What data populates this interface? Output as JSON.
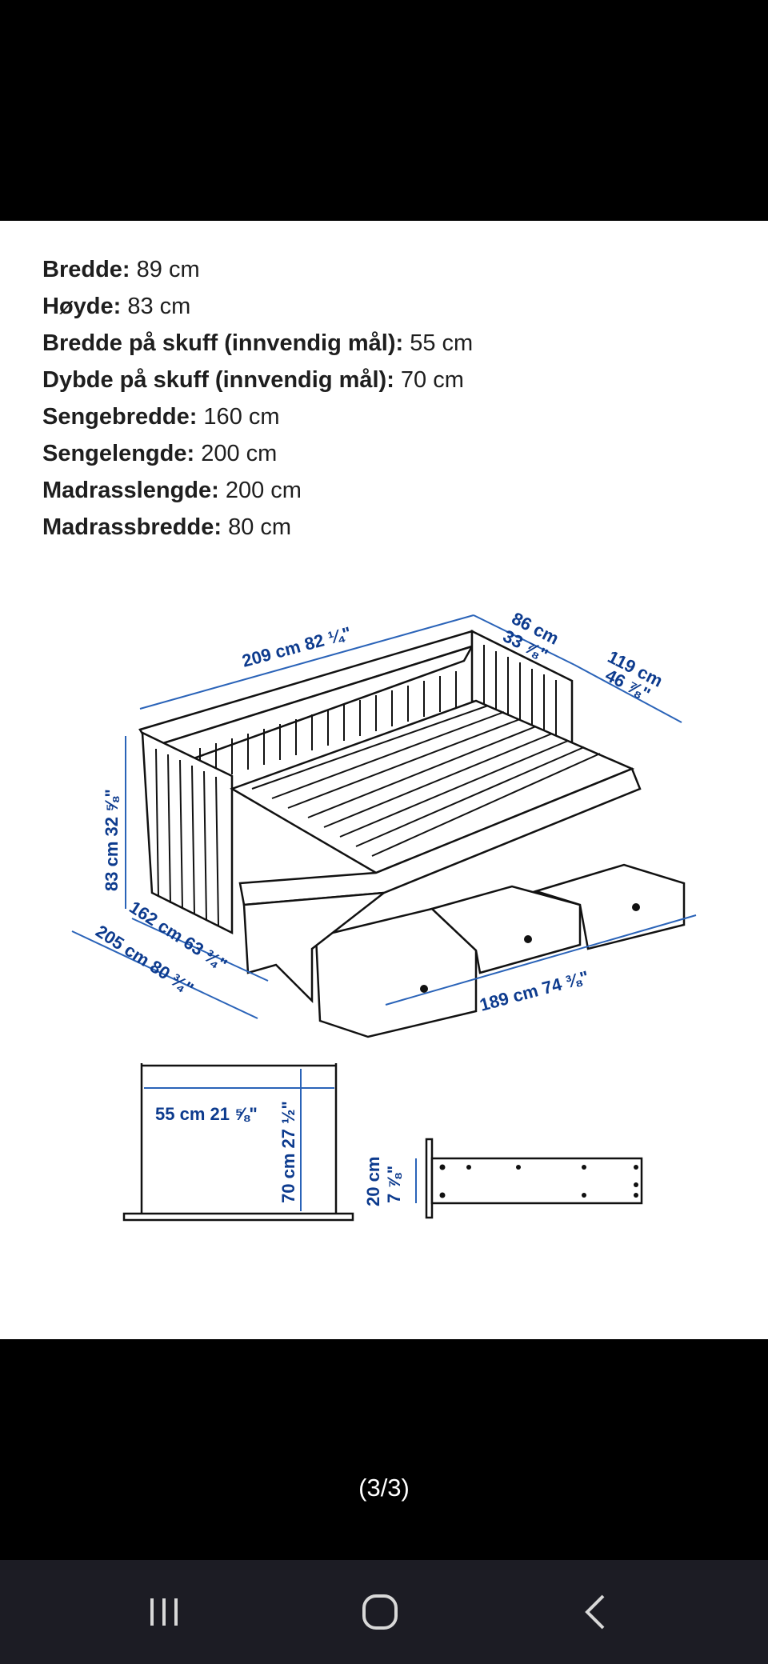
{
  "specs": [
    {
      "label": "Bredde:",
      "value": " 89 cm"
    },
    {
      "label": "Høyde:",
      "value": " 83 cm"
    },
    {
      "label": "Bredde på skuff (innvendig mål):",
      "value": " 55 cm"
    },
    {
      "label": "Dybde på skuff (innvendig mål):",
      "value": " 70 cm"
    },
    {
      "label": "Sengebredde:",
      "value": " 160 cm"
    },
    {
      "label": "Sengelengde:",
      "value": " 200 cm"
    },
    {
      "label": "Madrasslengde:",
      "value": " 200 cm"
    },
    {
      "label": "Madrassbredde:",
      "value": " 80 cm"
    }
  ],
  "diagram": {
    "dims": {
      "length": "209 cm 82 ¼\"",
      "depth_cm": "86 cm",
      "depth_in": "33 ⅞\"",
      "extended_cm": "119 cm",
      "extended_in": "46 ⅞\"",
      "height": "83 cm 32 ⅝\"",
      "width_mid": "162 cm 63 ¾\"",
      "width_full": "205 cm 80 ¾\"",
      "drawers_len": "189 cm 74 ⅜\"",
      "drawer_w": "55 cm 21 ⅝\"",
      "drawer_d": "70 cm 27 ½\"",
      "drawer_h_cm": "20 cm",
      "drawer_h_in": "7 ⅞\""
    }
  },
  "gallery": {
    "counter": "(3/3)"
  },
  "navbar": {
    "recent_icon": "recent-apps-icon",
    "home_icon": "home-icon",
    "back_icon": "back-icon"
  }
}
